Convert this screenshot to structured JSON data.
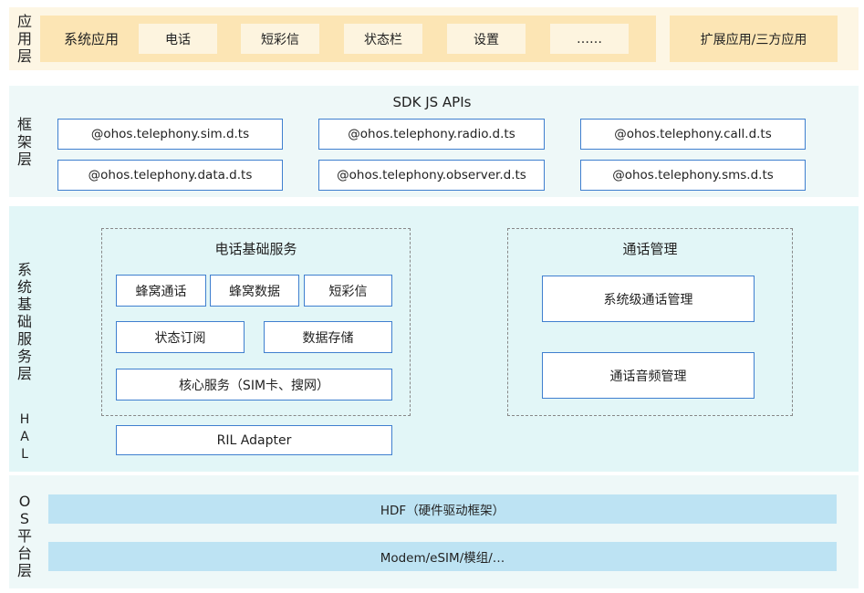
{
  "layers": {
    "app": {
      "label": "应\n用\n层"
    },
    "fw": {
      "label": "框\n架\n层"
    },
    "svc": {
      "label": "系\n统\n基\n础\n服\n务\n层"
    },
    "hal": {
      "label": "H\nA\nL"
    },
    "os": {
      "label": "O\nS\n平\n台\n层"
    }
  },
  "app_layer": {
    "title": "系统应用",
    "items": [
      "电话",
      "短彩信",
      "状态栏",
      "设置",
      "……"
    ],
    "extension": "扩展应用/三方应用"
  },
  "framework": {
    "title": "SDK JS APIs",
    "apis": [
      "@ohos.telephony.sim.d.ts",
      "@ohos.telephony.radio.d.ts",
      "@ohos.telephony.call.d.ts",
      "@ohos.telephony.data.d.ts",
      "@ohos.telephony.observer.d.ts",
      "@ohos.telephony.sms.d.ts"
    ]
  },
  "services": {
    "telephony_group": {
      "title": "电话基础服务",
      "cellular_call": "蜂窝通话",
      "cellular_data": "蜂窝数据",
      "sms_mms": "短彩信",
      "state_registry": "状态订阅",
      "data_storage": "数据存储",
      "core_service": "核心服务（SIM卡、搜网）"
    },
    "call_group": {
      "title": "通话管理",
      "system_call_manager": "系统级通话管理",
      "call_audio_manager": "通话音频管理"
    },
    "ril_adapter": "RIL Adapter"
  },
  "os_layer": {
    "hdf": "HDF（硬件驱动框架）",
    "modem": "Modem/eSIM/模组/…"
  }
}
